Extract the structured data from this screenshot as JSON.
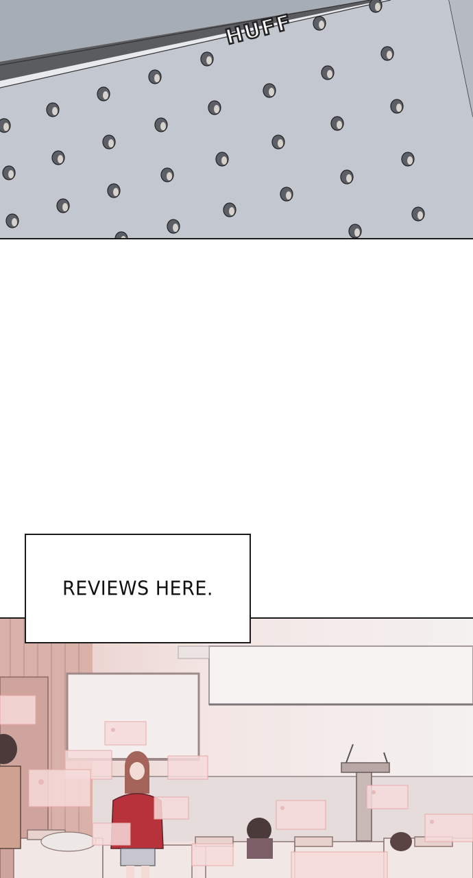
{
  "panels": [
    {
      "id": "top",
      "sfx": "HUFF"
    },
    {
      "id": "caption",
      "text": "REVIEWS HERE."
    },
    {
      "id": "bottom",
      "scene": "classroom"
    }
  ],
  "colors": {
    "ceiling_grey": "#c3c8d0",
    "outline": "#1a1a1a",
    "background": "#ffffff",
    "classroom_pink": "#e9c7c2"
  }
}
